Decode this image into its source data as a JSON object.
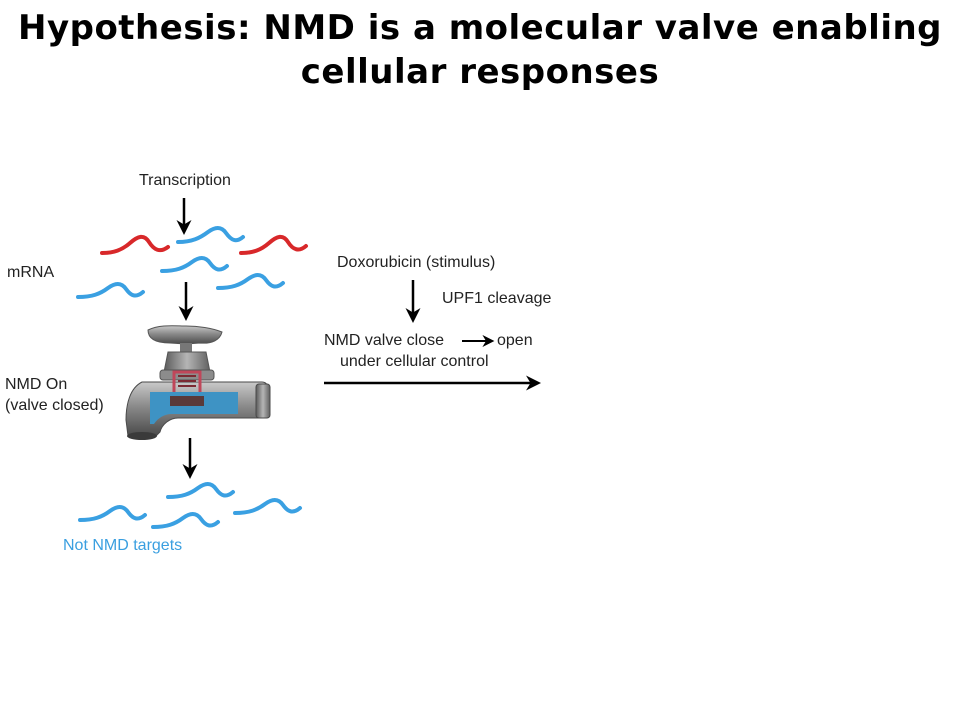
{
  "title": {
    "line1": "Hypothesis: NMD is a molecular valve enabling",
    "line2": "cellular responses"
  },
  "labels": {
    "transcription": "Transcription",
    "mrna": "mRNA",
    "nmd_on_line1": "NMD On",
    "nmd_on_line2": "(valve closed)",
    "not_nmd_targets": "Not NMD targets",
    "doxorubicin": "Doxorubicin (stimulus)",
    "upf1": "UPF1 cleavage",
    "valve_close": "NMD valve close",
    "valve_open": "open",
    "cellular_control": "under cellular control"
  },
  "colors": {
    "nmd_target_mrna": "#d8282a",
    "non_target_mrna": "#3aa0e2",
    "arrow": "#000000"
  },
  "icons": [
    "faucet-valve-icon",
    "arrow-down-icon",
    "arrow-right-icon",
    "mrna-squiggle-icon"
  ]
}
